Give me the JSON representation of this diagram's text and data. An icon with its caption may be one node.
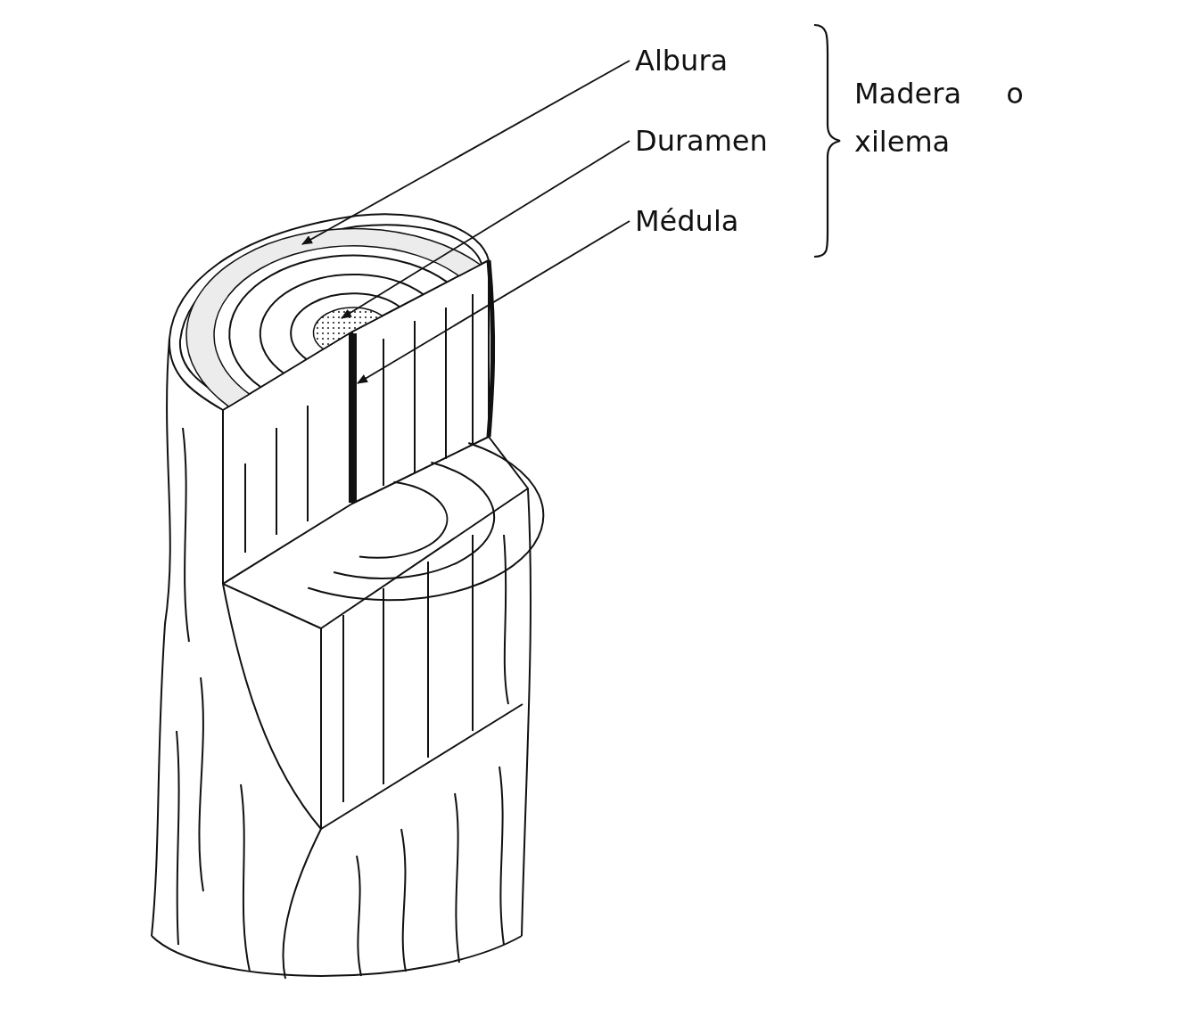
{
  "diagram": {
    "nodes": [
      {
        "text": [
          "Albura"
        ]
      },
      {
        "text": [
          "Duramen"
        ]
      },
      {
        "text": [
          "Médula"
        ]
      },
      {
        "text": [],
        "shape": "picture"
      },
      {
        "text": [],
        "shape": "picture"
      },
      {
        "text": [],
        "shape": "bar"
      }
    ],
    "edges": [
      {
        "from": 0,
        "to": 3,
        "arrow": "to"
      },
      {
        "from": 1,
        "to": 4,
        "arrow": "to"
      },
      {
        "from": 2,
        "to": 5,
        "arrow": "to"
      }
    ],
    "labels": [
      "Madera o xilema"
    ]
  }
}
